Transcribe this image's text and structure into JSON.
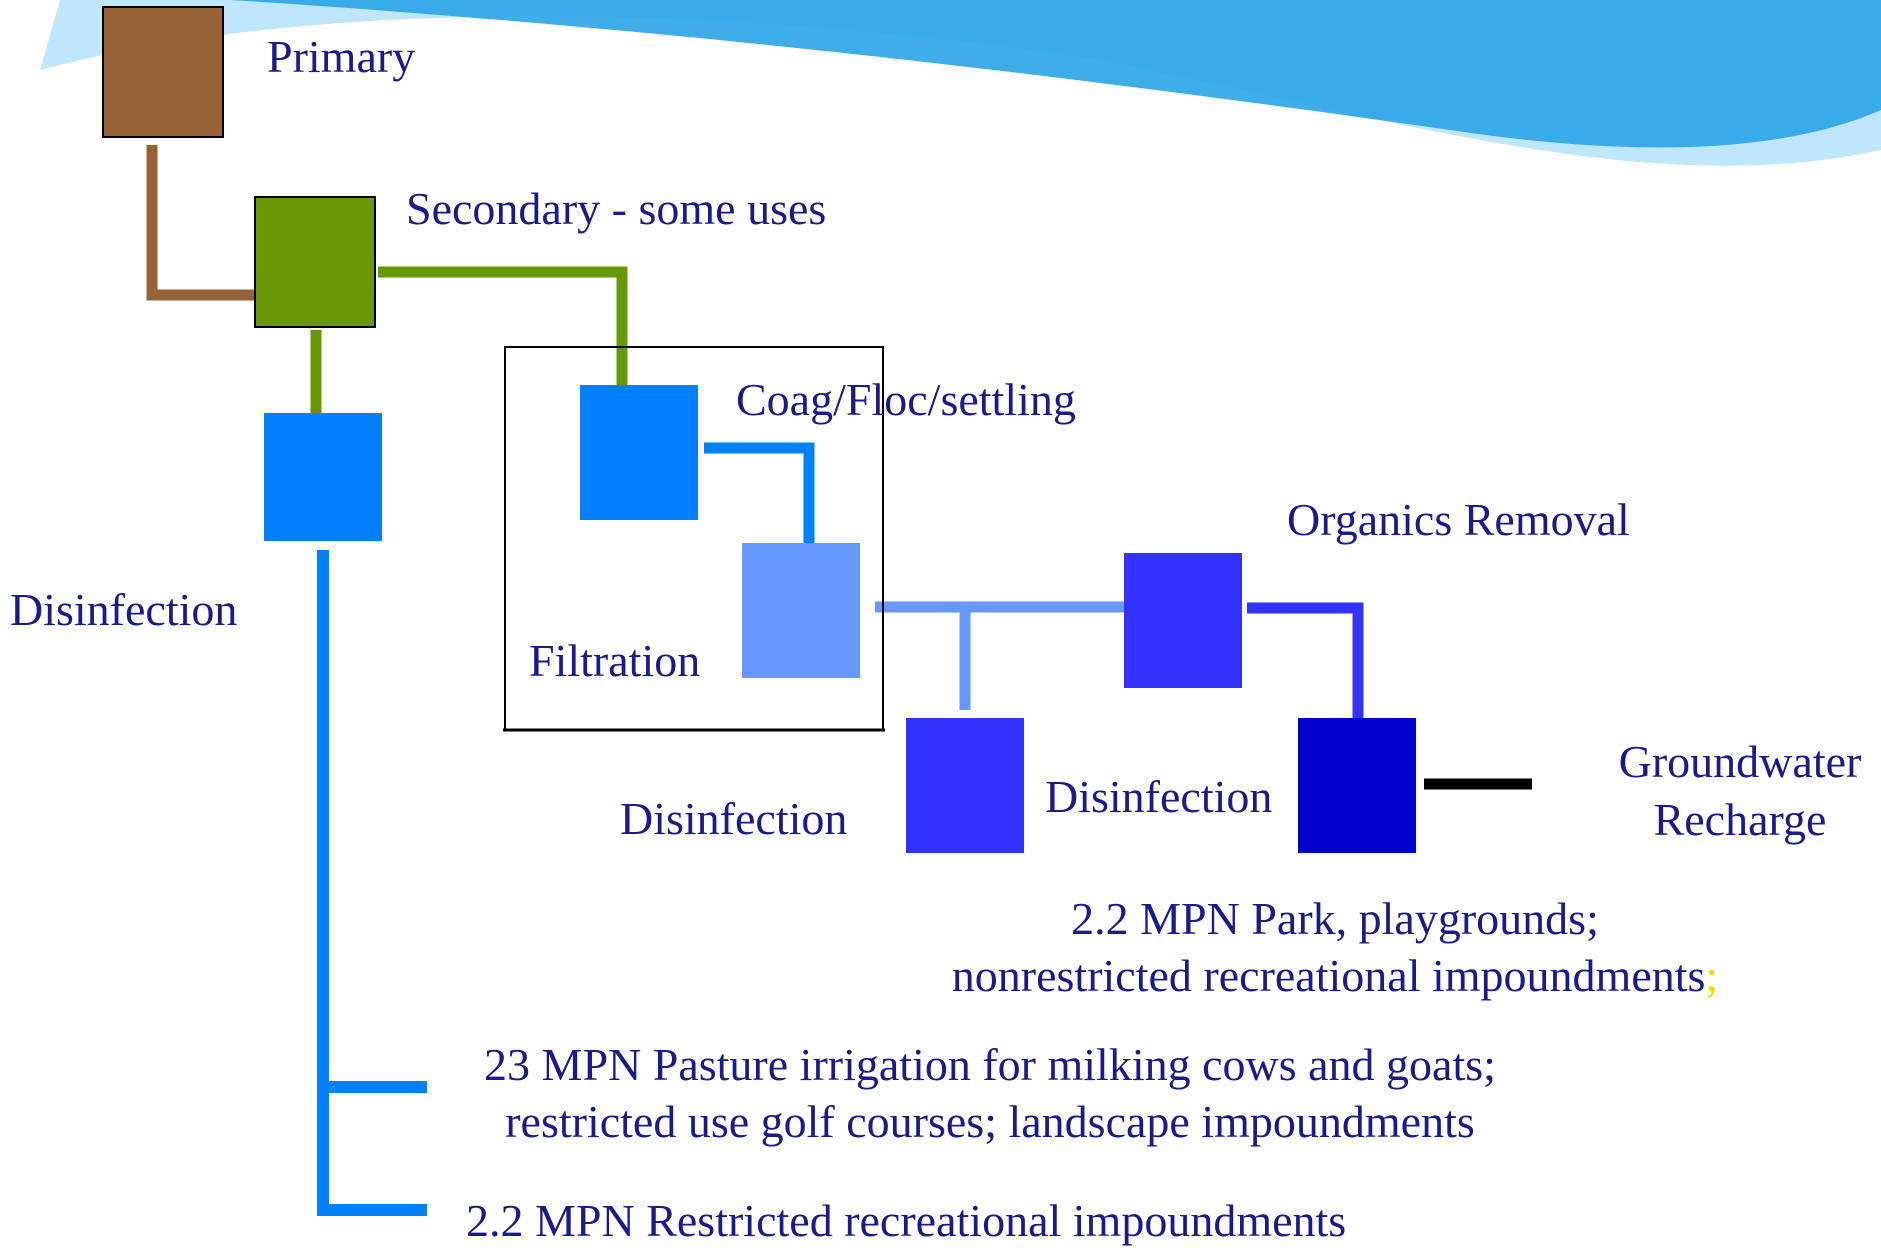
{
  "colors": {
    "primary": "#976235",
    "secondary": "#669905",
    "disinfection_left": "#0180fe",
    "coag": "#0180fe",
    "filtration": "#6699ff",
    "disinfection_mid": "#3333ff",
    "organics": "#3333ff",
    "disinfection_right": "#0000cc",
    "groundwater_line": "#000000",
    "text": "#1a1a8c",
    "wave_light": "#bfe6fb",
    "wave_dark": "#2aa4e6"
  },
  "labels": {
    "primary": "Primary",
    "secondary": "Secondary - some uses",
    "disinfection_left": "Disinfection",
    "coag": "Coag/Floc/settling",
    "filtration": "Filtration",
    "organics": "Organics  Removal",
    "disinfection_mid": "Disinfection",
    "disinfection_right": "Disinfection",
    "groundwater_line1": "Groundwater",
    "groundwater_line2": "Recharge",
    "park_line1": "2.2 MPN Park, playgrounds;",
    "park_line2": "nonrestricted recreational impoundments",
    "park_semicolon": ";",
    "pasture_line1": "23 MPN Pasture irrigation for milking cows and goats;",
    "pasture_line2": "restricted use golf courses; landscape impoundments",
    "restricted": "2.2 MPN Restricted recreational impoundments"
  }
}
